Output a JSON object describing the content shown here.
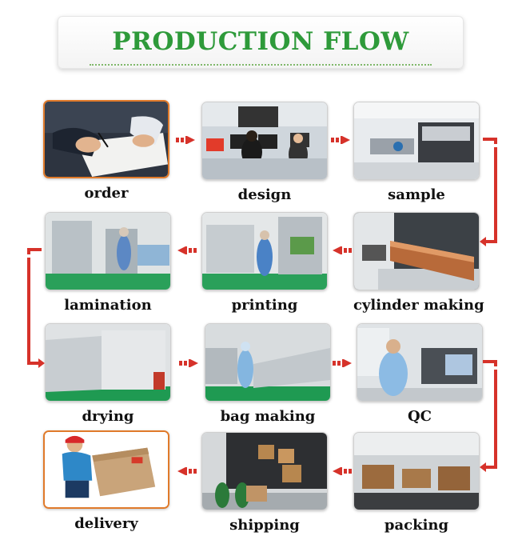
{
  "title": "PRODUCTION FLOW",
  "steps": [
    {
      "label": "order"
    },
    {
      "label": "design"
    },
    {
      "label": "sample"
    },
    {
      "label": "lamination"
    },
    {
      "label": "printing"
    },
    {
      "label": "cylinder making"
    },
    {
      "label": "drying"
    },
    {
      "label": "bag making"
    },
    {
      "label": "QC"
    },
    {
      "label": "delivery"
    },
    {
      "label": "shipping"
    },
    {
      "label": "packing"
    }
  ],
  "colors": {
    "title": "#2e9a3a",
    "arrow": "#d6322a",
    "highlight": "#e07a2a"
  }
}
